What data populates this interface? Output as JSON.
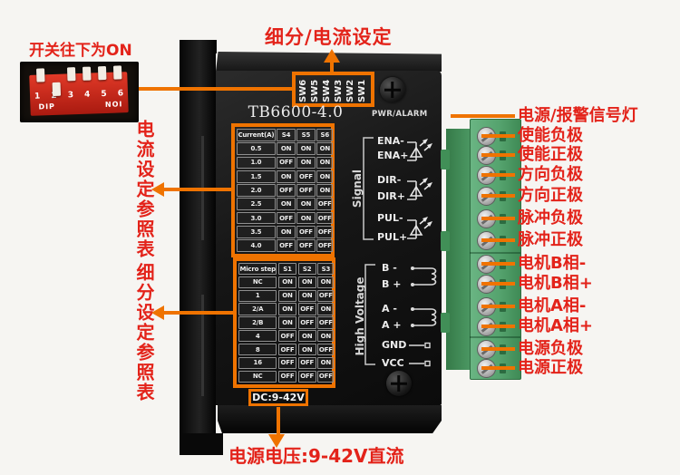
{
  "annotations": {
    "top_title": "细分/电流设定",
    "dip_note": "开关往下为ON",
    "left_ref_current": "电流设定参照表",
    "left_ref_microstep": "细分设定参照表",
    "bottom_note": "电源电压:9-42V直流",
    "right_labels": [
      "电源/报警信号灯",
      "使能负极",
      "使能正极",
      "方向负极",
      "方向正极",
      "脉冲负极",
      "脉冲正极",
      "电机B相-",
      "电机B相+",
      "电机A相-",
      "电机A相+",
      "电源负极",
      "电源正极"
    ]
  },
  "dip_switch_photo": {
    "numbers": [
      "1",
      "2",
      "3",
      "4",
      "5",
      "6"
    ],
    "label_left": "DIP",
    "label_right": "NOI",
    "switch_down_number": "2"
  },
  "device": {
    "model": "TB6600-4.0",
    "led_label": "PWR/ALARM",
    "sw_labels": [
      "SW6",
      "SW5",
      "SW4",
      "SW3",
      "SW2",
      "SW1"
    ],
    "dc_rating": "DC:9-42V",
    "signal_group": {
      "label": "Signal",
      "pins": [
        "ENA-",
        "ENA+",
        "DIR-",
        "DIR+",
        "PUL-",
        "PUL+"
      ]
    },
    "high_voltage_group": {
      "label": "High Voltage",
      "pins": [
        "B -",
        "B +",
        "A -",
        "A +",
        "GND",
        "VCC"
      ]
    },
    "current_table": {
      "headers": [
        "Current(A)",
        "S4",
        "S5",
        "S6"
      ],
      "rows": [
        [
          "0.5",
          "ON",
          "ON",
          "ON"
        ],
        [
          "1.0",
          "OFF",
          "ON",
          "ON"
        ],
        [
          "1.5",
          "ON",
          "OFF",
          "ON"
        ],
        [
          "2.0",
          "OFF",
          "OFF",
          "ON"
        ],
        [
          "2.5",
          "ON",
          "ON",
          "OFF"
        ],
        [
          "3.0",
          "OFF",
          "ON",
          "OFF"
        ],
        [
          "3.5",
          "ON",
          "OFF",
          "OFF"
        ],
        [
          "4.0",
          "OFF",
          "OFF",
          "OFF"
        ]
      ]
    },
    "microstep_table": {
      "headers": [
        "Micro step",
        "S1",
        "S2",
        "S3"
      ],
      "rows": [
        [
          "NC",
          "ON",
          "ON",
          "ON"
        ],
        [
          "1",
          "ON",
          "ON",
          "OFF"
        ],
        [
          "2/A",
          "ON",
          "OFF",
          "ON"
        ],
        [
          "2/B",
          "ON",
          "OFF",
          "OFF"
        ],
        [
          "4",
          "OFF",
          "ON",
          "ON"
        ],
        [
          "8",
          "OFF",
          "ON",
          "OFF"
        ],
        [
          "16",
          "OFF",
          "OFF",
          "ON"
        ],
        [
          "NC",
          "OFF",
          "OFF",
          "OFF"
        ]
      ]
    }
  },
  "colors": {
    "annotation_orange": "#ef7300",
    "annotation_red": "#e3231a",
    "terminal_green": "#55a36c",
    "device_body": "#161616"
  }
}
